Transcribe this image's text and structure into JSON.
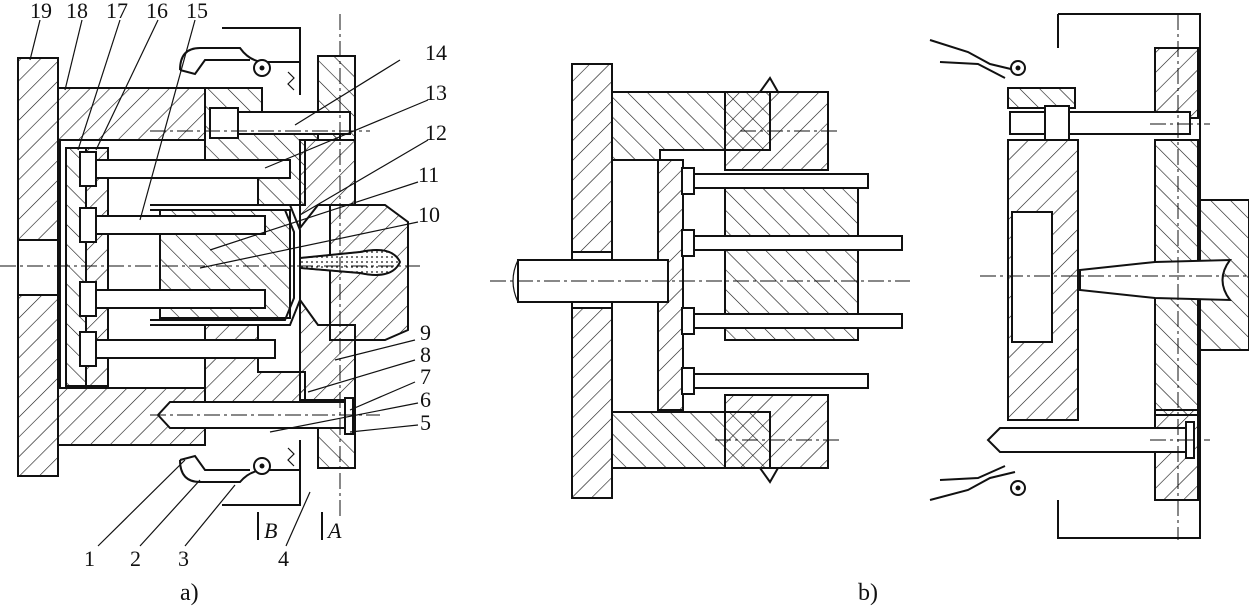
{
  "figure_a": {
    "caption": "a)",
    "callouts": [
      "1",
      "2",
      "3",
      "4",
      "5",
      "6",
      "7",
      "8",
      "9",
      "10",
      "11",
      "12",
      "13",
      "14",
      "15",
      "16",
      "17",
      "18",
      "19"
    ],
    "section_labels": {
      "b": "B",
      "a": "A"
    }
  },
  "figure_b": {
    "caption": "b)"
  },
  "colors": {
    "line": "#111111",
    "background": "#ffffff"
  }
}
